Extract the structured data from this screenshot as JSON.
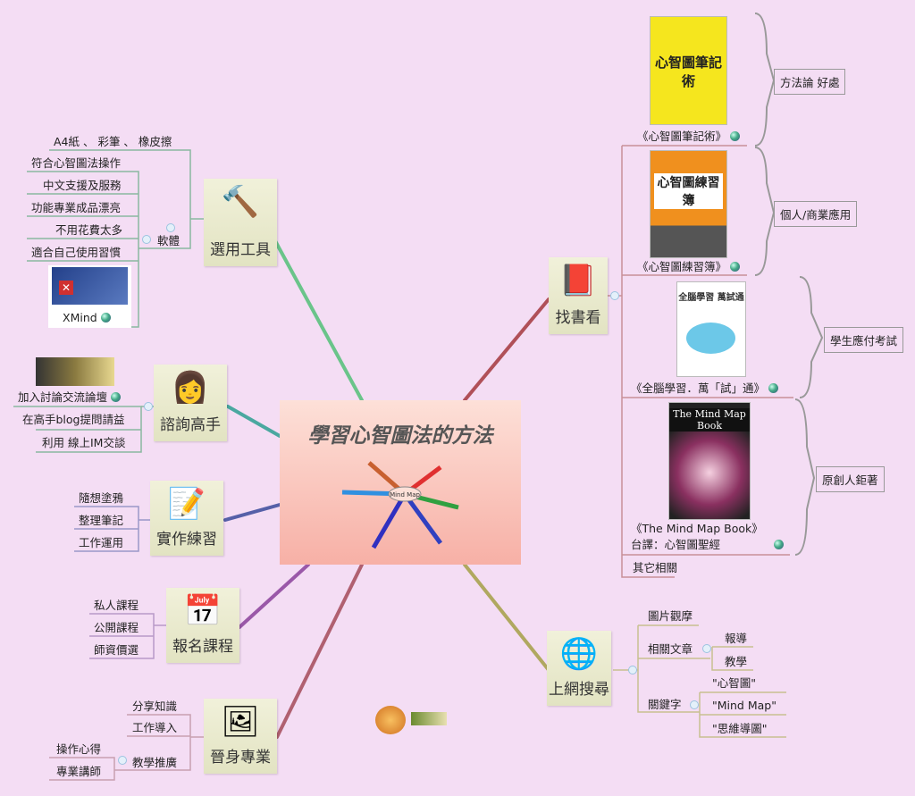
{
  "central": {
    "title": "學習心智圖法的方法",
    "image_label": "Mind Map"
  },
  "colors": {
    "background": "#f4ddf4",
    "central_fill": "#f7b0a6",
    "topic_fill": "#e9eacc"
  },
  "topics": {
    "tools": {
      "label": "選用工具",
      "icon": "hammer-icon",
      "material": "A4紙 、 彩筆 、 橡皮擦",
      "software": "軟體",
      "software_items": [
        "符合心智圖法操作",
        "中文支援及服務",
        "功能專業成品漂亮",
        "不用花費太多",
        "適合自己使用習慣"
      ],
      "xmind": "XMind"
    },
    "consult": {
      "label": "諮詢高手",
      "icon": "person-icon",
      "items": [
        "加入討論交流論壇",
        "在高手blog提問請益",
        "利用 線上IM交談"
      ]
    },
    "practice": {
      "label": "實作練習",
      "icon": "pen-paper-icon",
      "items": [
        "隨想塗鴉",
        "整理筆記",
        "工作運用"
      ]
    },
    "course": {
      "label": "報名課程",
      "icon": "calendar-icon",
      "items": [
        "私人課程",
        "公開課程",
        "師資價選"
      ]
    },
    "career": {
      "label": "晉身專業",
      "icon": "picture-icon",
      "items": [
        "分享知識",
        "工作導入",
        "教學推廣"
      ],
      "sub_items": [
        "操作心得",
        "專業講師"
      ]
    },
    "books": {
      "label": "找書看",
      "icon": "book-icon",
      "items": [
        "《心智圖筆記術》",
        "《心智圖練習簿》",
        "《全腦學習．萬「試」通》",
        "《The Mind Map Book》",
        "其它相關"
      ],
      "book4_sub": "台譯：心智圖聖經",
      "book_covers": [
        "心智圖筆記術",
        "心智圖練習簿",
        "全腦學習 萬試通",
        "The Mind Map Book"
      ],
      "summaries": [
        "方法論 好處",
        "個人/商業應用",
        "學生應付考試",
        "原創人鉅著"
      ]
    },
    "web": {
      "label": "上網搜尋",
      "icon": "globe-search-icon",
      "items": [
        "圖片觀摩",
        "相關文章",
        "關鍵字"
      ],
      "article_items": [
        "報導",
        "教學"
      ],
      "keyword_items": [
        "\"心智圖\"",
        "\"Mind Map\"",
        "\"思維導圖\""
      ]
    }
  }
}
